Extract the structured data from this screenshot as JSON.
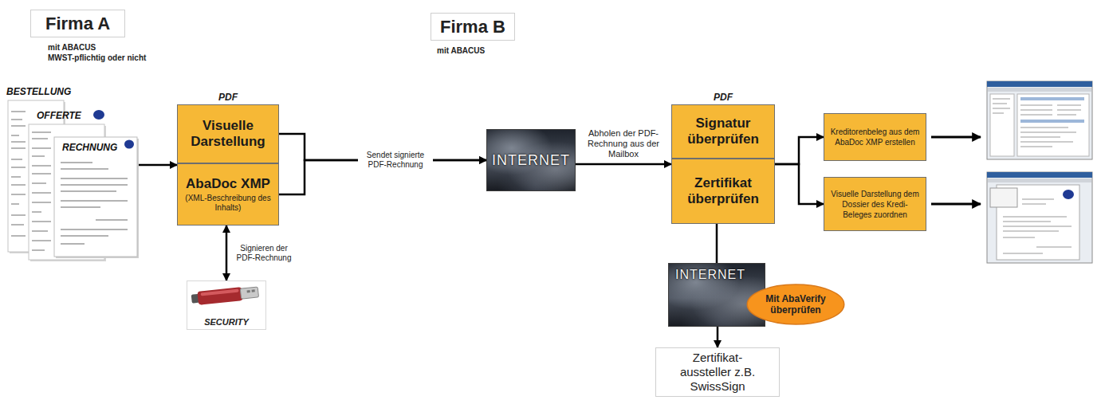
{
  "diagram": {
    "nodes": [
      {
        "text": [
          "Firma A"
        ]
      },
      {
        "text": [
          "BESTELLUNG",
          "OFFERTE",
          "RECHNUNG"
        ]
      },
      {
        "text": [
          "PDF"
        ]
      },
      {
        "text": [
          "Visuelle Darstellung"
        ],
        "in": 2
      },
      {
        "text": [
          "AbaDoc XMP",
          "(XML-Beschreibung des Inhalts)"
        ],
        "in": 2
      },
      {
        "text": [
          "SECURITY"
        ]
      },
      {
        "text": [
          "Firma B"
        ]
      },
      {
        "text": [
          "INTERNET"
        ]
      },
      {
        "text": [
          "PDF"
        ]
      },
      {
        "text": [
          "Signatur überprüfen"
        ],
        "in": 8
      },
      {
        "text": [
          "Zertifikat überprüfen"
        ],
        "in": 8
      },
      {
        "text": [
          "Kreditorenbeleg aus dem AbaDoc XMP erstellen"
        ]
      },
      {
        "text": [
          "Visuelle Darstellung dem Dossier des Kredi-Beleges zuordnen"
        ]
      },
      {
        "text": [
          "INTERNET"
        ]
      },
      {
        "text": [
          "Mit AbaVerify überprüfen"
        ]
      },
      {
        "text": [
          "Zertifikat-aussteller z.B. SwissSign"
        ]
      }
    ],
    "edges": [
      {
        "from": 1,
        "to": 2,
        "arrow": "to"
      },
      {
        "from": 3,
        "to": 7,
        "arrow": "to",
        "label": "Sendet signierte PDF-Rechnung"
      },
      {
        "from": 4,
        "to": 7,
        "arrow": "to"
      },
      {
        "from": 4,
        "to": 5,
        "arrow": "both",
        "label": "Signieren der PDF-Rechnung"
      },
      {
        "from": 7,
        "to": 8,
        "arrow": "to",
        "label": "Abholen der PDF-Rechnung aus der Mailbox"
      },
      {
        "from": 8,
        "to": 11,
        "arrow": "to"
      },
      {
        "from": 8,
        "to": 12,
        "arrow": "to"
      },
      {
        "from": 10,
        "to": 13,
        "arrow": "none"
      },
      {
        "from": 13,
        "to": 15,
        "arrow": "to"
      }
    ],
    "labels": [
      "mit ABACUS",
      "MWST-pflichtig oder nicht",
      "mit ABACUS"
    ]
  }
}
